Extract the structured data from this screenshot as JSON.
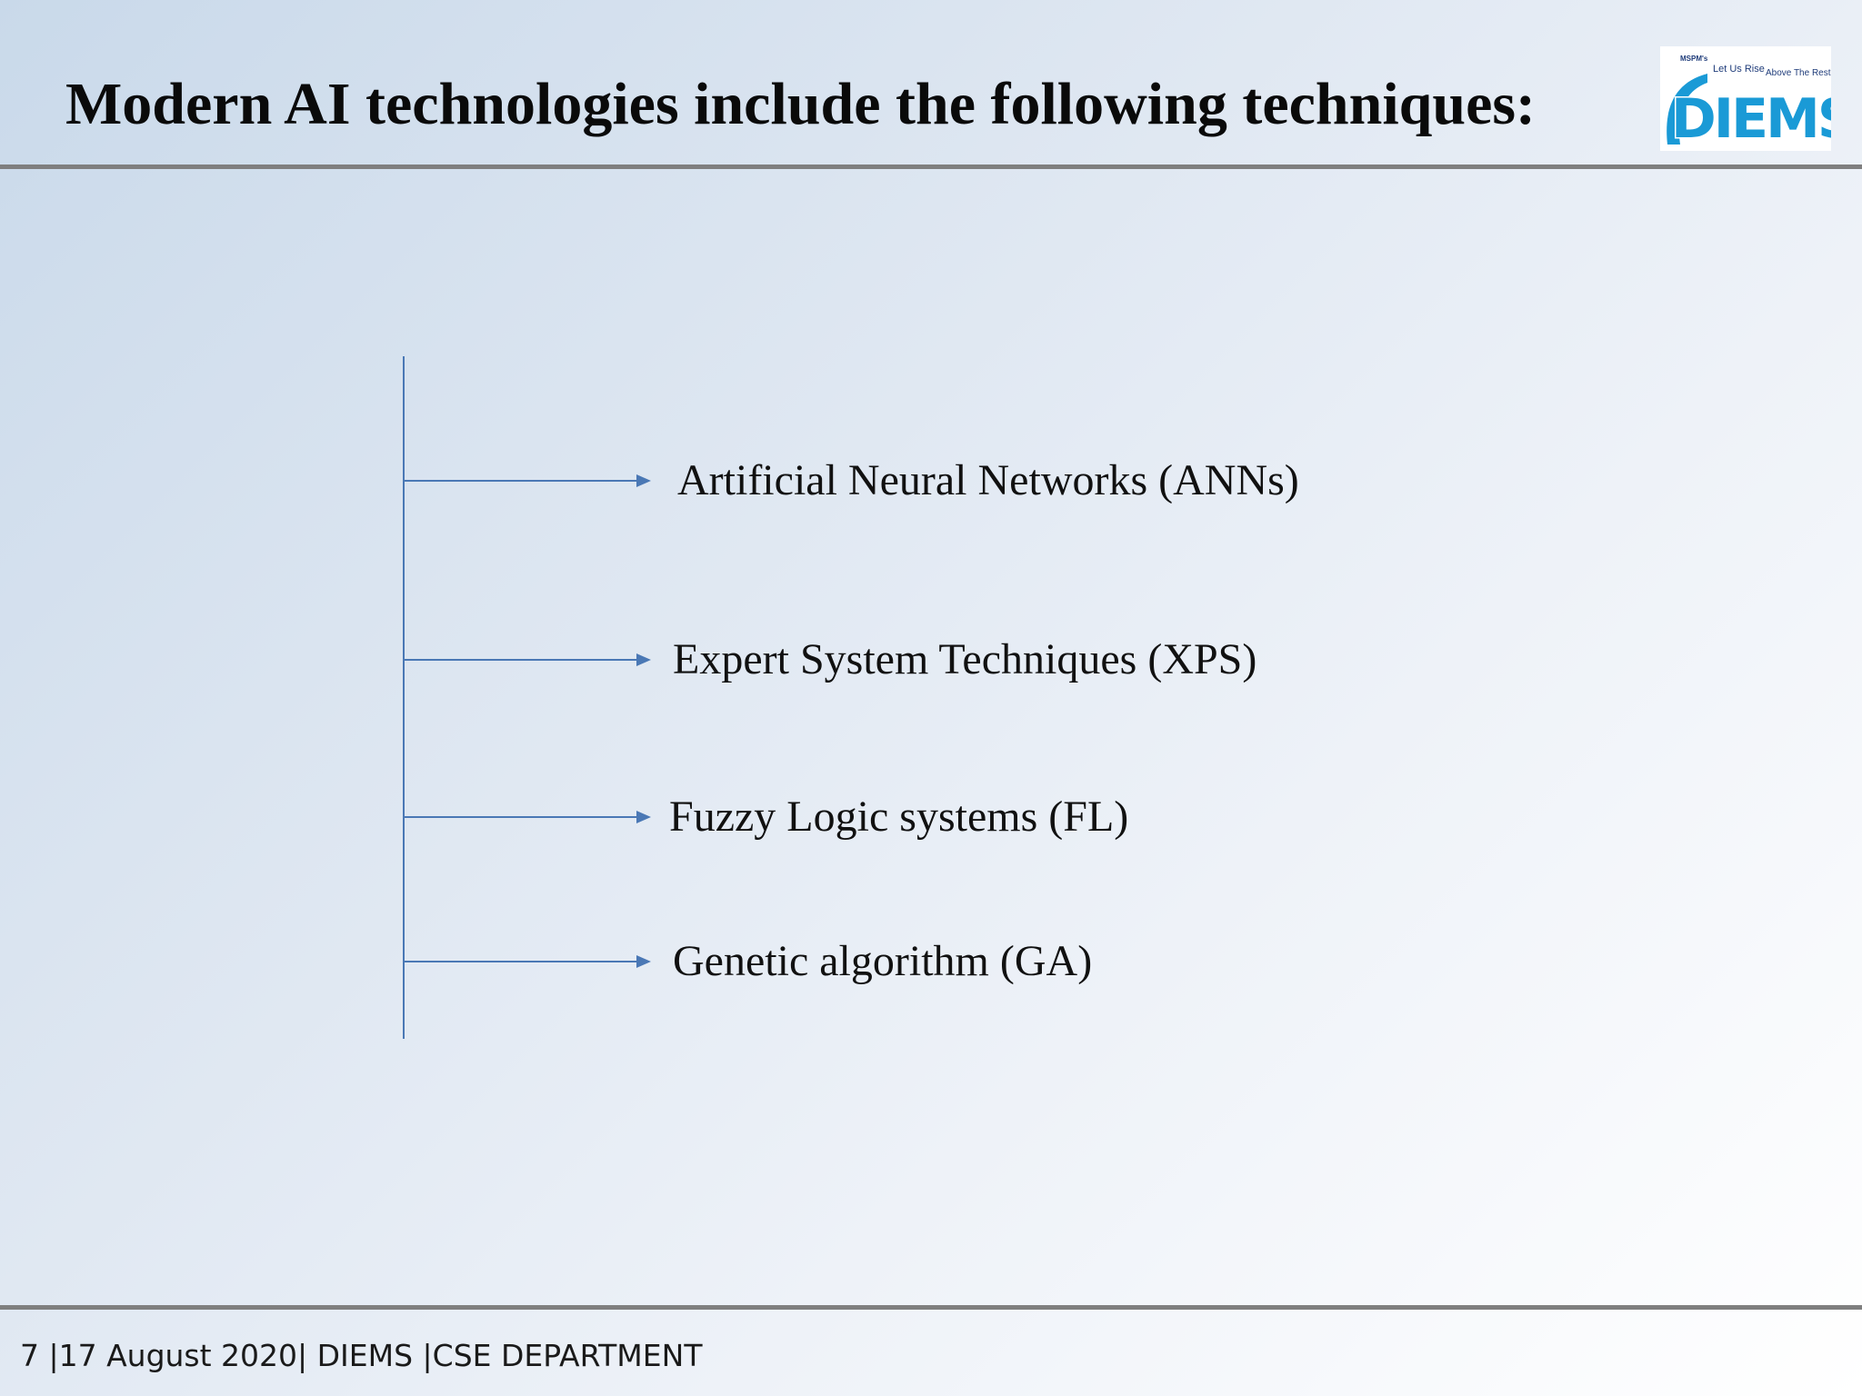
{
  "slide": {
    "title": "Modern AI technologies include the following techniques:",
    "logo": {
      "name": "DIEMS",
      "top_left_text": "MSPM's",
      "tagline_1": "Let Us Rise",
      "tagline_2": "Above The Rest"
    },
    "diagram": {
      "items": [
        {
          "label": "Artificial Neural Networks (ANNs)"
        },
        {
          "label": "Expert System Techniques (XPS)"
        },
        {
          "label": "Fuzzy Logic systems (FL)"
        },
        {
          "label": "Genetic algorithm (GA)"
        }
      ]
    },
    "footer": "7 |17 August 2020| DIEMS |CSE DEPARTMENT"
  },
  "colors": {
    "connector": "#4a78b5",
    "logo_blue": "#1a9ad6",
    "rule": "#7f7f7f"
  }
}
